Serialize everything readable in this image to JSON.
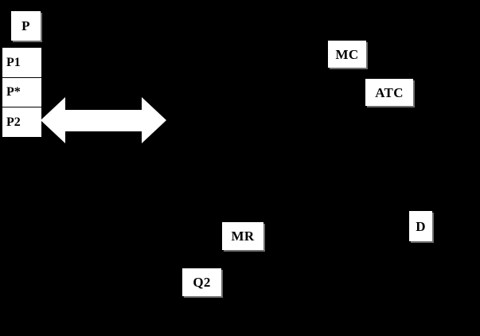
{
  "figure": {
    "title": "",
    "background_color": "#000000",
    "label_color": "#ffffff",
    "text_color": "#000000"
  },
  "axis_labels": {
    "price_axis": "P",
    "quantity_label": "Q2"
  },
  "price_levels": [
    {
      "name": "price-level-p1",
      "label": "P1"
    },
    {
      "name": "price-level-pstar",
      "label": "P*"
    },
    {
      "name": "price-level-p2",
      "label": "P2"
    }
  ],
  "curves": [
    {
      "name": "marginal-cost-curve",
      "label": "MC"
    },
    {
      "name": "average-total-cost-curve",
      "label": "ATC"
    },
    {
      "name": "marginal-revenue-curve",
      "label": "MR"
    },
    {
      "name": "demand-curve",
      "label": "D"
    }
  ],
  "annotations": [
    {
      "name": "double-headed-arrow",
      "label": "",
      "direction": "left-right",
      "color": "#ffffff"
    }
  ]
}
